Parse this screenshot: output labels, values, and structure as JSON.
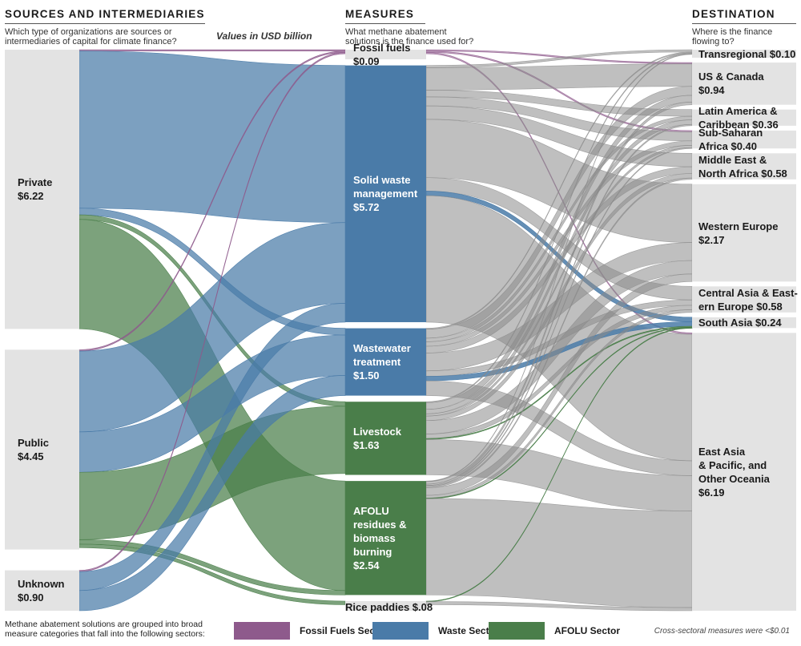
{
  "headers": {
    "sources": {
      "title": "SOURCES AND INTERMEDIARIES",
      "subtitle": "Which type of organizations are sources or\nintermediaries of capital for climate finance?"
    },
    "measures": {
      "title": "MEASURES",
      "subtitle": "What methane abatement\nsolutions is the finance used for?"
    },
    "destination": {
      "title": "DESTINATION",
      "subtitle": "Where is the finance\nflowing to?"
    }
  },
  "values_note": "Values in USD billion",
  "footer_note": "Methane abatement solutions are grouped into broad measure categories that fall into the following sectors:",
  "cross_note": "Cross-sectoral measures were <$0.01",
  "colors": {
    "fossil": "#8e5a8c",
    "waste": "#4a7ba8",
    "afolu": "#4a7e4a",
    "grey_flow": "#8a8a8a",
    "node_grey": "#e3e3e3"
  },
  "legend": [
    {
      "label": "Fossil Fuels Sector",
      "color": "#8e5a8c"
    },
    {
      "label": "Waste Sector",
      "color": "#4a7ba8"
    },
    {
      "label": "AFOLU Sector",
      "color": "#4a7e4a"
    }
  ],
  "chart_data": {
    "type": "sankey",
    "units": "USD billion",
    "sources": [
      {
        "id": "private",
        "label": "Private\n$6.22",
        "value": 6.22
      },
      {
        "id": "public",
        "label": "Public\n$4.45",
        "value": 4.45
      },
      {
        "id": "unknown",
        "label": "Unknown\n$0.90",
        "value": 0.9
      }
    ],
    "measures": [
      {
        "id": "fossil",
        "label": "Fossil fuels\n$0.09",
        "value": 0.09,
        "sector": "fossil"
      },
      {
        "id": "solid",
        "label": "Solid waste\nmanagement\n$5.72",
        "value": 5.72,
        "sector": "waste"
      },
      {
        "id": "wastewater",
        "label": "Wastewater\ntreatment\n$1.50",
        "value": 1.5,
        "sector": "waste"
      },
      {
        "id": "livestock",
        "label": "Livestock\n$1.63",
        "value": 1.63,
        "sector": "afolu"
      },
      {
        "id": "afolu",
        "label": "AFOLU\nresidues &\nbiomass\nburning\n$2.54",
        "value": 2.54,
        "sector": "afolu"
      },
      {
        "id": "rice",
        "label": "Rice paddies $.08",
        "value": 0.08,
        "sector": "afolu"
      }
    ],
    "destinations": [
      {
        "id": "transregional",
        "label": "Transregional $0.10",
        "value": 0.1
      },
      {
        "id": "usca",
        "label": "US & Canada\n$0.94",
        "value": 0.94
      },
      {
        "id": "latam",
        "label": "Latin America &\nCaribbean $0.36",
        "value": 0.36
      },
      {
        "id": "ssa",
        "label": "Sub-Saharan\nAfrica $0.40",
        "value": 0.4
      },
      {
        "id": "mena",
        "label": "Middle East &\nNorth Africa $0.58",
        "value": 0.58
      },
      {
        "id": "weur",
        "label": "Western Europe\n$2.17",
        "value": 2.17
      },
      {
        "id": "caee",
        "label": "Central Asia & East-\nern Europe $0.58",
        "value": 0.58
      },
      {
        "id": "sasia",
        "label": "South Asia $0.24",
        "value": 0.24
      },
      {
        "id": "eap",
        "label": "East Asia\n& Pacific, and\nOther Oceania\n$6.19",
        "value": 6.19
      }
    ],
    "source_flows": [
      {
        "from": "private",
        "to": "fossil",
        "value": 0.03
      },
      {
        "from": "private",
        "to": "solid",
        "value": 3.5
      },
      {
        "from": "private",
        "to": "wastewater",
        "value": 0.15
      },
      {
        "from": "private",
        "to": "livestock",
        "value": 0.1
      },
      {
        "from": "private",
        "to": "afolu",
        "value": 2.44
      },
      {
        "from": "public",
        "to": "fossil",
        "value": 0.03
      },
      {
        "from": "public",
        "to": "solid",
        "value": 1.8
      },
      {
        "from": "public",
        "to": "wastewater",
        "value": 0.9
      },
      {
        "from": "public",
        "to": "livestock",
        "value": 1.5
      },
      {
        "from": "public",
        "to": "afolu",
        "value": 0.1
      },
      {
        "from": "public",
        "to": "rice",
        "value": 0.08
      },
      {
        "from": "unknown",
        "to": "fossil",
        "value": 0.03
      },
      {
        "from": "unknown",
        "to": "solid",
        "value": 0.42
      },
      {
        "from": "unknown",
        "to": "wastewater",
        "value": 0.45
      }
    ],
    "measure_flows": [
      {
        "from": "fossil",
        "to": "usca",
        "value": 0.03
      },
      {
        "from": "fossil",
        "to": "ssa",
        "value": 0.03
      },
      {
        "from": "fossil",
        "to": "eap",
        "value": 0.03
      },
      {
        "from": "solid",
        "to": "transregional",
        "value": 0.05
      },
      {
        "from": "solid",
        "to": "usca",
        "value": 0.5
      },
      {
        "from": "solid",
        "to": "latam",
        "value": 0.15
      },
      {
        "from": "solid",
        "to": "ssa",
        "value": 0.2
      },
      {
        "from": "solid",
        "to": "mena",
        "value": 0.3
      },
      {
        "from": "solid",
        "to": "weur",
        "value": 1.3
      },
      {
        "from": "solid",
        "to": "caee",
        "value": 0.3
      },
      {
        "from": "solid",
        "to": "sasia",
        "value": 0.1
      },
      {
        "from": "solid",
        "to": "eap",
        "value": 2.82
      },
      {
        "from": "wastewater",
        "to": "transregional",
        "value": 0.02
      },
      {
        "from": "wastewater",
        "to": "usca",
        "value": 0.2
      },
      {
        "from": "wastewater",
        "to": "latam",
        "value": 0.08
      },
      {
        "from": "wastewater",
        "to": "ssa",
        "value": 0.1
      },
      {
        "from": "wastewater",
        "to": "mena",
        "value": 0.15
      },
      {
        "from": "wastewater",
        "to": "weur",
        "value": 0.4
      },
      {
        "from": "wastewater",
        "to": "caee",
        "value": 0.12
      },
      {
        "from": "wastewater",
        "to": "sasia",
        "value": 0.1
      },
      {
        "from": "wastewater",
        "to": "eap",
        "value": 0.33
      },
      {
        "from": "livestock",
        "to": "transregional",
        "value": 0.02
      },
      {
        "from": "livestock",
        "to": "usca",
        "value": 0.15
      },
      {
        "from": "livestock",
        "to": "latam",
        "value": 0.1
      },
      {
        "from": "livestock",
        "to": "ssa",
        "value": 0.05
      },
      {
        "from": "livestock",
        "to": "mena",
        "value": 0.1
      },
      {
        "from": "livestock",
        "to": "weur",
        "value": 0.3
      },
      {
        "from": "livestock",
        "to": "caee",
        "value": 0.1
      },
      {
        "from": "livestock",
        "to": "sasia",
        "value": 0.02
      },
      {
        "from": "livestock",
        "to": "eap",
        "value": 0.79
      },
      {
        "from": "afolu",
        "to": "transregional",
        "value": 0.01
      },
      {
        "from": "afolu",
        "to": "usca",
        "value": 0.06
      },
      {
        "from": "afolu",
        "to": "latam",
        "value": 0.03
      },
      {
        "from": "afolu",
        "to": "ssa",
        "value": 0.02
      },
      {
        "from": "afolu",
        "to": "mena",
        "value": 0.03
      },
      {
        "from": "afolu",
        "to": "weur",
        "value": 0.17
      },
      {
        "from": "afolu",
        "to": "caee",
        "value": 0.06
      },
      {
        "from": "afolu",
        "to": "sasia",
        "value": 0.01
      },
      {
        "from": "afolu",
        "to": "eap",
        "value": 2.15
      },
      {
        "from": "rice",
        "to": "sasia",
        "value": 0.01
      },
      {
        "from": "rice",
        "to": "eap",
        "value": 0.07
      }
    ]
  }
}
